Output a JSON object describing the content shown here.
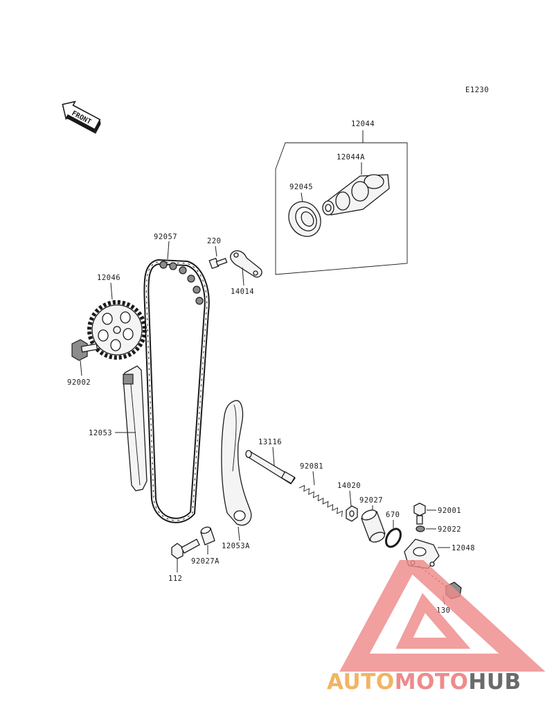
{
  "diagram_code": "E1230",
  "front_label": "FRONT",
  "watermark": {
    "part1": "AUTO",
    "part2": "MOTO",
    "part3": "HUB",
    "colors": {
      "part1": "#f2b463",
      "part2": "#ee8b8b",
      "part3": "#6b6b6b",
      "triangle": "#ee8b8b"
    }
  },
  "parts": {
    "p12044": "12044",
    "p12044a": "12044A",
    "p92045": "92045",
    "p92057": "92057",
    "p220": "220",
    "p14014": "14014",
    "p12046": "12046",
    "p92002": "92002",
    "p12053": "12053",
    "p13116": "13116",
    "p92081": "92081",
    "p14020": "14020",
    "p92027": "92027",
    "p670": "670",
    "p92001": "92001",
    "p92022": "92022",
    "p12048": "12048",
    "p130": "130",
    "p12053a": "12053A",
    "p112": "112",
    "p92027a": "92027A"
  }
}
